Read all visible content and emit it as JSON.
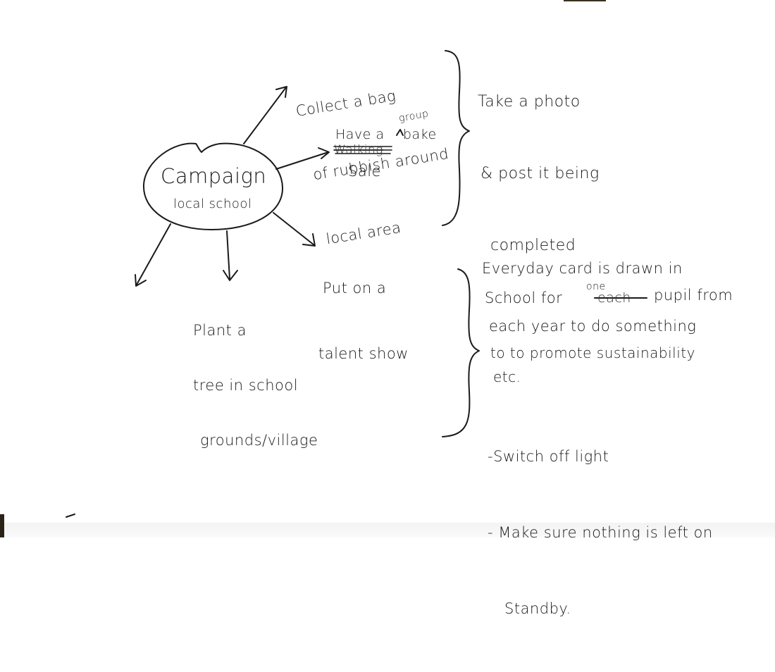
{
  "center": {
    "title": "Campaign",
    "subtitle": "local school"
  },
  "nodes": {
    "rubbish": [
      "Collect a bag",
      "of rubbish around",
      "local area"
    ],
    "bake_sale": {
      "line1_prefix": "Have a",
      "insert": "group",
      "struck": "Walking",
      "line1_suffix": "bake",
      "line2": "Sale"
    },
    "talent_show": [
      "Put on a",
      "talent show"
    ],
    "plant_tree": [
      "Plant a",
      "tree in school",
      "grounds/village"
    ]
  },
  "notes": {
    "photo": [
      "Take a photo",
      "& post it being",
      "completed"
    ],
    "daily_card": {
      "line1": "Everyday card is drawn in",
      "line2_prefix": "School for",
      "line2_insert": "one",
      "line2_struck": "each",
      "line2_suffix": "pupil from",
      "line3": "each year to do something",
      "line4": "to to promote sustainability",
      "line5": "etc.",
      "bullets": [
        "-Switch off light",
        "- Make sure nothing is left on",
        "Standby."
      ]
    }
  }
}
